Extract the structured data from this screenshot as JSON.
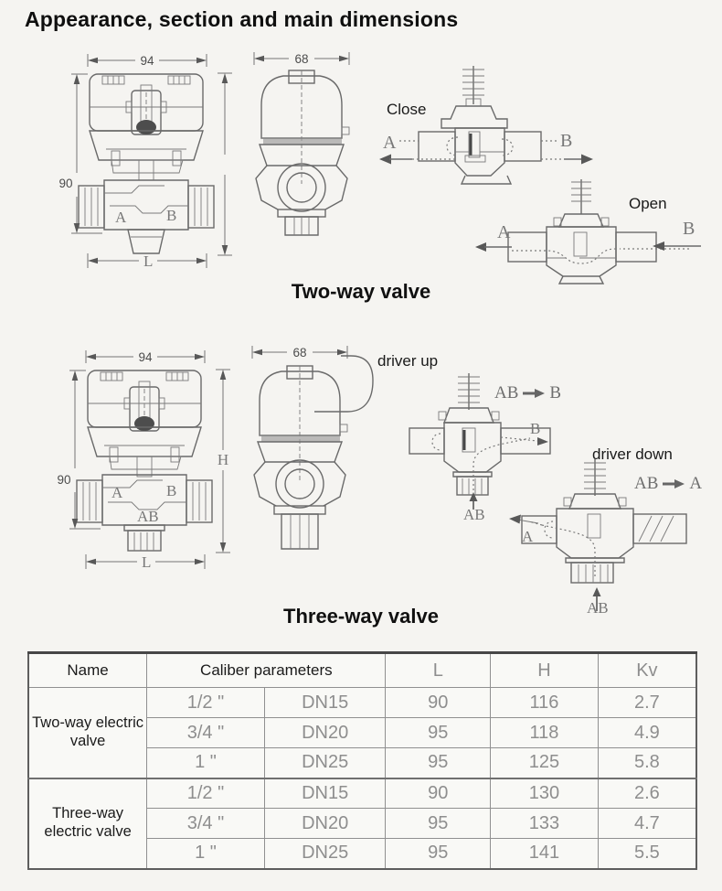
{
  "title": "Appearance, section and main dimensions",
  "two_way": {
    "caption": "Two-way valve",
    "front": {
      "dim_width": "94",
      "dim_height": "90",
      "dim_length": "L",
      "port_a": "A",
      "port_b": "B"
    },
    "side": {
      "dim_width": "68"
    },
    "close_view": {
      "label": "Close",
      "port_a": "A",
      "port_b": "B"
    },
    "open_view": {
      "label": "Open",
      "port_a": "A",
      "port_b": "B"
    }
  },
  "three_way": {
    "caption": "Three-way valve",
    "front": {
      "dim_width": "94",
      "dim_height": "90",
      "dim_total": "H",
      "dim_length": "L",
      "port_a": "A",
      "port_b": "B",
      "port_ab": "AB"
    },
    "side": {
      "dim_width": "68"
    },
    "driver_up": {
      "label": "driver up",
      "flow_from": "AB",
      "flow_to": "B",
      "out_port": "B",
      "in_port": "AB"
    },
    "driver_down": {
      "label": "driver down",
      "flow_from": "AB",
      "flow_to": "A",
      "out_port": "A",
      "in_port": "AB"
    }
  },
  "table": {
    "headers": {
      "name": "Name",
      "caliber": "Caliber parameters",
      "l": "L",
      "h": "H",
      "kv": "Kv"
    },
    "groups": [
      {
        "name": "Two-way electric valve",
        "rows": [
          {
            "size": "1/2 \"",
            "dn": "DN15",
            "l": "90",
            "h": "116",
            "kv": "2.7"
          },
          {
            "size": "3/4 \"",
            "dn": "DN20",
            "l": "95",
            "h": "118",
            "kv": "4.9"
          },
          {
            "size": "1 \"",
            "dn": "DN25",
            "l": "95",
            "h": "125",
            "kv": "5.8"
          }
        ]
      },
      {
        "name": "Three-way electric valve",
        "rows": [
          {
            "size": "1/2 \"",
            "dn": "DN15",
            "l": "90",
            "h": "130",
            "kv": "2.6"
          },
          {
            "size": "3/4 \"",
            "dn": "DN20",
            "l": "95",
            "h": "133",
            "kv": "4.7"
          },
          {
            "size": "1 \"",
            "dn": "DN25",
            "l": "95",
            "h": "141",
            "kv": "5.5"
          }
        ]
      }
    ]
  }
}
